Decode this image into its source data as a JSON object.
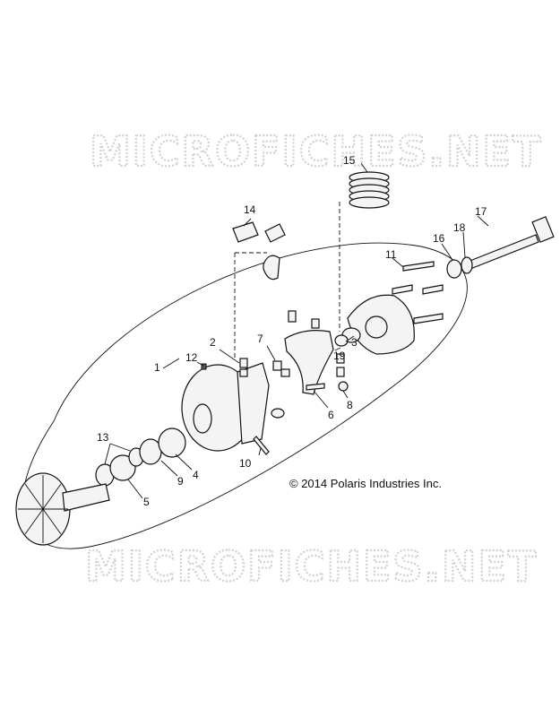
{
  "watermark": {
    "text": "MICROFICHES.NET"
  },
  "copyright": "© 2014 Polaris Industries Inc.",
  "callouts": {
    "c1": "1",
    "c2": "2",
    "c3": "3",
    "c4": "4",
    "c5": "5",
    "c6": "6",
    "c7": "7",
    "c8": "8",
    "c9": "9",
    "c10": "10",
    "c11": "11",
    "c12": "12",
    "c13": "13",
    "c14": "14",
    "c15": "15",
    "c16": "16",
    "c17": "17",
    "c18": "18",
    "c19": "19"
  }
}
